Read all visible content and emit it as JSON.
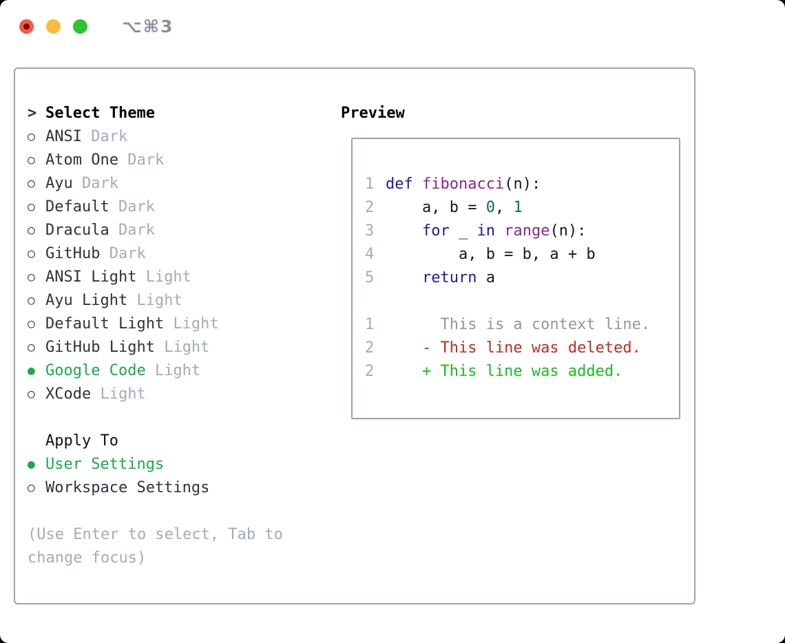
{
  "window": {
    "titlebar": {
      "shortcut_label": "⌥⌘3",
      "traffic_lights": [
        "close",
        "minimize",
        "zoom"
      ]
    },
    "panel": {
      "theme_list": {
        "header": "Select Theme",
        "cursor": ">",
        "icons": {
          "selected": "●",
          "unselected": "○"
        },
        "items": [
          {
            "name": "ANSI",
            "variant": "Dark",
            "selected": false
          },
          {
            "name": "Atom One",
            "variant": "Dark",
            "selected": false
          },
          {
            "name": "Ayu",
            "variant": "Dark",
            "selected": false
          },
          {
            "name": "Default",
            "variant": "Dark",
            "selected": false
          },
          {
            "name": "Dracula",
            "variant": "Dark",
            "selected": false
          },
          {
            "name": "GitHub",
            "variant": "Dark",
            "selected": false
          },
          {
            "name": "ANSI Light",
            "variant": "Light",
            "selected": false
          },
          {
            "name": "Ayu Light",
            "variant": "Light",
            "selected": false
          },
          {
            "name": "Default Light",
            "variant": "Light",
            "selected": false
          },
          {
            "name": "GitHub Light",
            "variant": "Light",
            "selected": false
          },
          {
            "name": "Google Code",
            "variant": "Light",
            "selected": true
          },
          {
            "name": "XCode",
            "variant": "Light",
            "selected": false
          }
        ]
      },
      "apply_to": {
        "header": "Apply To",
        "options": [
          {
            "label": "User Settings",
            "selected": true
          },
          {
            "label": "Workspace Settings",
            "selected": false
          }
        ]
      },
      "hint": "(Use Enter to select, Tab to change focus)",
      "preview": {
        "header": "Preview",
        "lines": [
          {
            "num": "1",
            "segs": [
              {
                "t": "def",
                "c": "kw"
              },
              {
                "t": " "
              },
              {
                "t": "fibonacci",
                "c": "fn"
              },
              {
                "t": "(n):"
              }
            ]
          },
          {
            "num": "2",
            "segs": [
              {
                "t": "    a, b = "
              },
              {
                "t": "0",
                "c": "num"
              },
              {
                "t": ", "
              },
              {
                "t": "1",
                "c": "num"
              }
            ]
          },
          {
            "num": "3",
            "segs": [
              {
                "t": "    "
              },
              {
                "t": "for",
                "c": "kw"
              },
              {
                "t": " _ "
              },
              {
                "t": "in",
                "c": "kw"
              },
              {
                "t": " "
              },
              {
                "t": "range",
                "c": "fn"
              },
              {
                "t": "(n):"
              }
            ]
          },
          {
            "num": "4",
            "segs": [
              {
                "t": "        a, b = b, a + b"
              }
            ]
          },
          {
            "num": "5",
            "segs": [
              {
                "t": "    "
              },
              {
                "t": "return",
                "c": "kw"
              },
              {
                "t": " a"
              }
            ]
          },
          {
            "num": "",
            "segs": []
          },
          {
            "num": "1",
            "segs": [
              {
                "t": "      This is a context line.",
                "c": "ctx"
              }
            ]
          },
          {
            "num": "2",
            "segs": [
              {
                "t": "    - This line was deleted.",
                "c": "del"
              }
            ]
          },
          {
            "num": "2",
            "segs": [
              {
                "t": "    + This line was added.",
                "c": "add"
              }
            ]
          }
        ]
      }
    },
    "colors": {
      "text": "#2d333a",
      "muted": "#a2acb8",
      "border": "#9aa3ad",
      "accent_green": "#17ab47",
      "context_gray": "#8e979f",
      "diff_deleted": "#c5291d",
      "diff_added": "#10c01a",
      "keyword_blue": "#1a1aa6",
      "function_purple": "#8d248d",
      "number_teal": "#0b6b6b",
      "traffic_red": "#f2574b",
      "traffic_red_dot": "#7c0d05",
      "traffic_yellow": "#f6bc3e",
      "traffic_green": "#2fc32f",
      "titlebar_text": "#8a9097"
    }
  }
}
